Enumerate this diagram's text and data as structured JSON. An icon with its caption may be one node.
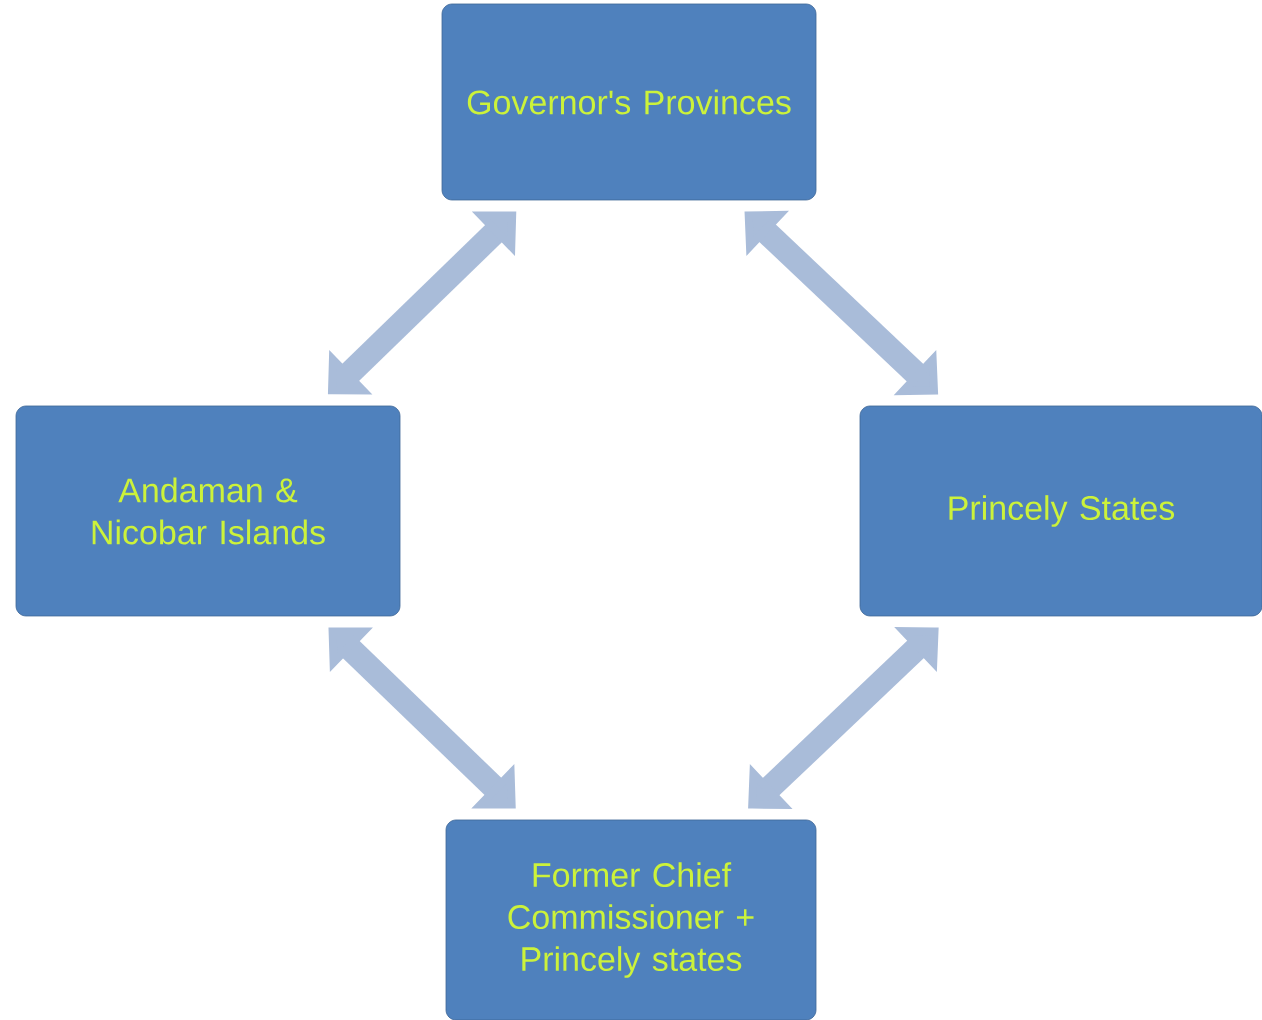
{
  "diagram": {
    "nodes": [
      {
        "text": [
          "Governor's Provinces"
        ]
      },
      {
        "text": [
          "Andaman & Nicobar Islands"
        ]
      },
      {
        "text": [
          "Princely States"
        ]
      },
      {
        "text": [
          "Former Chief Commissioner + Princely states"
        ]
      }
    ],
    "edges": [
      {
        "from": 0,
        "to": 1,
        "arrow": "both"
      },
      {
        "from": 0,
        "to": 2,
        "arrow": "both"
      },
      {
        "from": 1,
        "to": 3,
        "arrow": "both"
      },
      {
        "from": 2,
        "to": 3,
        "arrow": "both"
      }
    ]
  }
}
